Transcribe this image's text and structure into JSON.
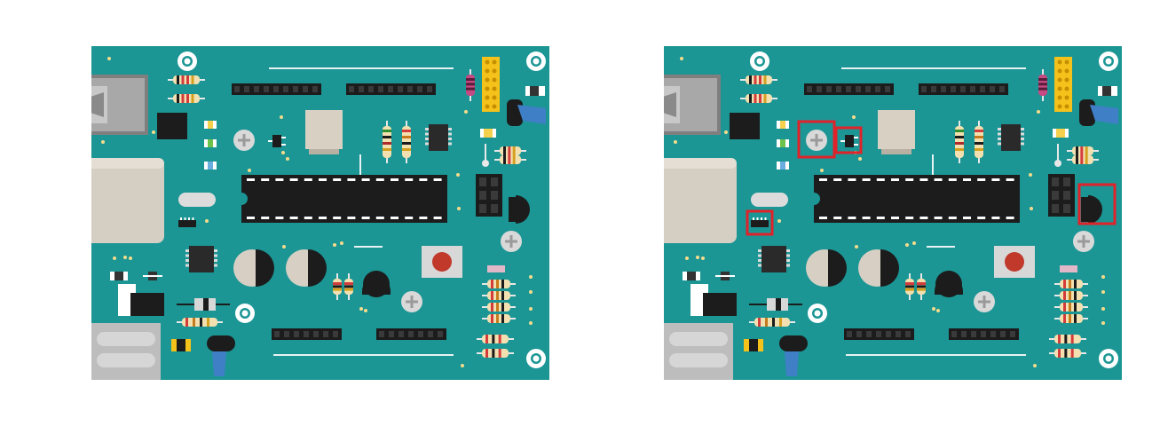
{
  "colors": {
    "board": "#1b9695",
    "highlight": "#e0222a",
    "header": "#1c1c1c",
    "chip": "#2a2a2a",
    "usb": "#9a9a9a",
    "jack": "#d5cec3",
    "gold": "#f5c21b",
    "reset": "#c0392b"
  },
  "panels": [
    {
      "name": "original-board",
      "highlights": []
    },
    {
      "name": "spot-difference-board",
      "highlights": [
        "potentiometer-highlight",
        "transistor-highlight",
        "small-chip-highlight",
        "regulator-highlight"
      ]
    }
  ]
}
